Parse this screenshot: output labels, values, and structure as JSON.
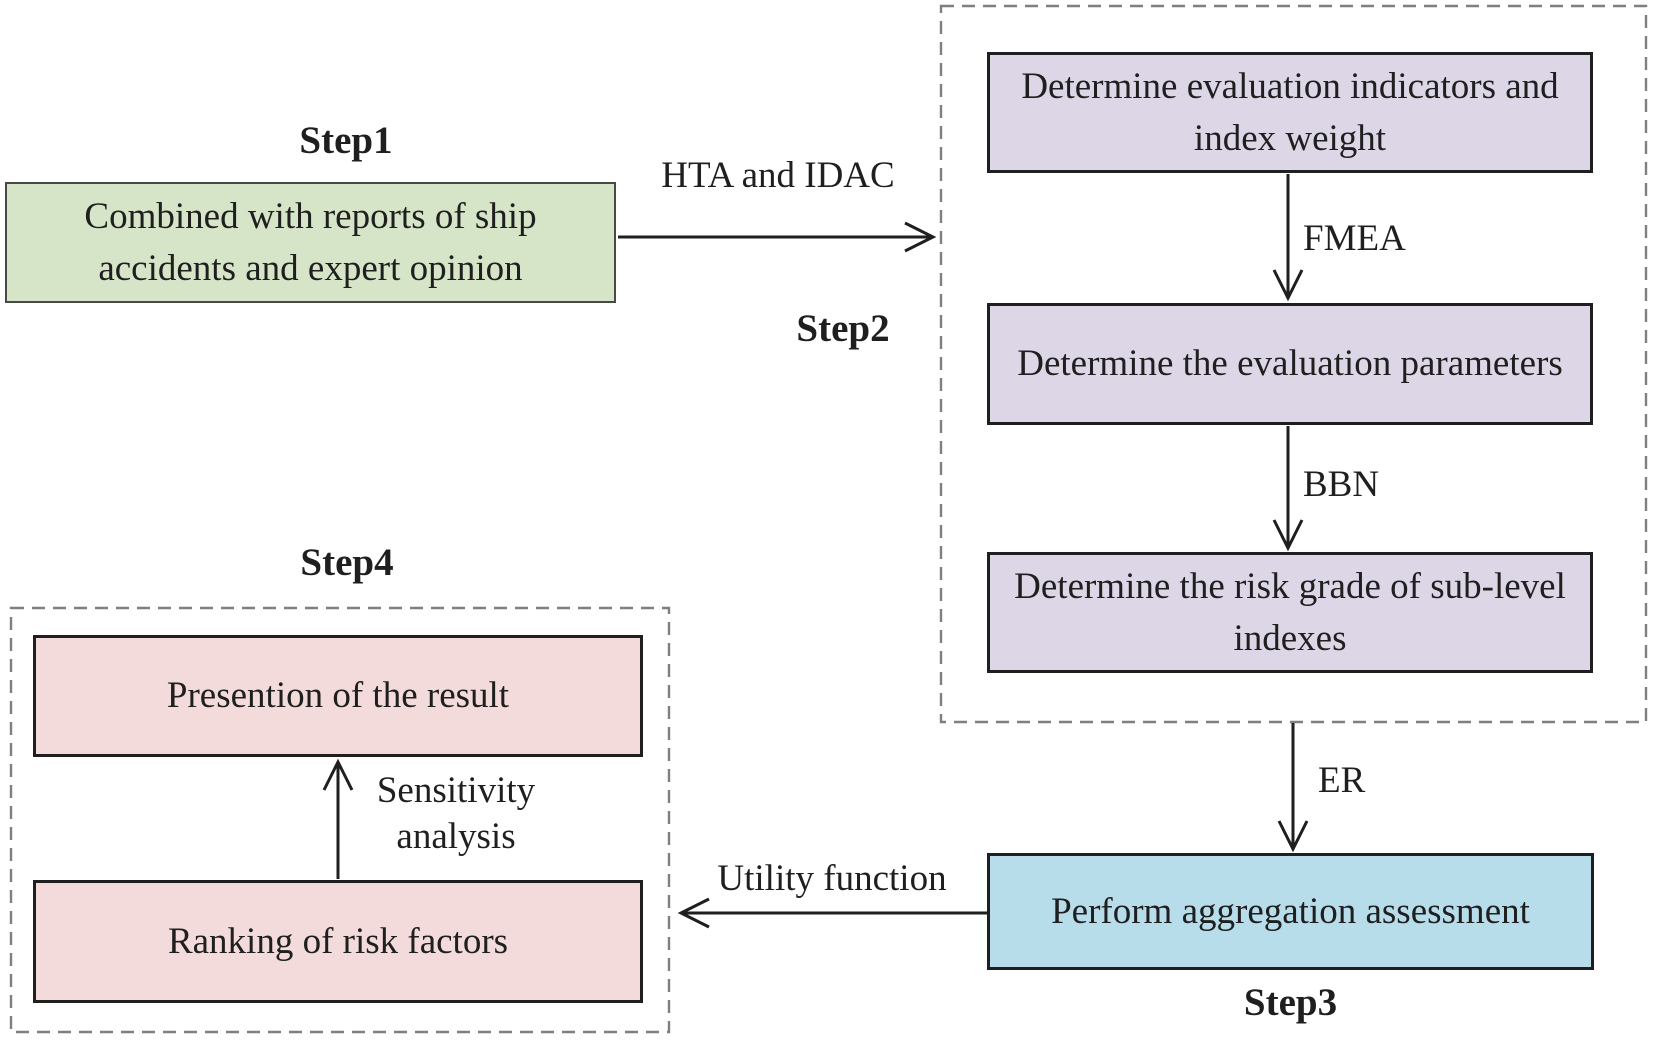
{
  "steps": {
    "step1": {
      "label": "Step1",
      "box": "Combined with reports of ship accidents and expert opinion"
    },
    "step2": {
      "label": "Step2",
      "box1": "Determine evaluation indicators and index weight",
      "box2": "Determine the evaluation parameters",
      "box3": "Determine the risk grade of sub-level indexes"
    },
    "step3": {
      "label": "Step3",
      "box": "Perform aggregation assessment"
    },
    "step4": {
      "label": "Step4",
      "box1": "Presention of the result",
      "box2": "Ranking of risk factors"
    }
  },
  "arrow_labels": {
    "step1_to_step2": "HTA and IDAC",
    "indicators_to_parameters": "FMEA",
    "parameters_to_riskgrade": "BBN",
    "step2_to_step3": "ER",
    "step3_to_step4": "Utility function",
    "ranking_to_presention": "Sensitivity analysis"
  },
  "colors": {
    "step1_box_fill": "#d6e4c7",
    "step2_box_fill": "#ddd6e7",
    "step3_box_fill": "#b7dcea",
    "step4_box_fill": "#f2dbda",
    "box_border": "#1f1f1f",
    "step1_box_border": "#4a4a45",
    "dashed_border": "#7f7f7f",
    "arrow": "#1f1f1f",
    "text": "#1f1f1f",
    "background": "#ffffff"
  }
}
